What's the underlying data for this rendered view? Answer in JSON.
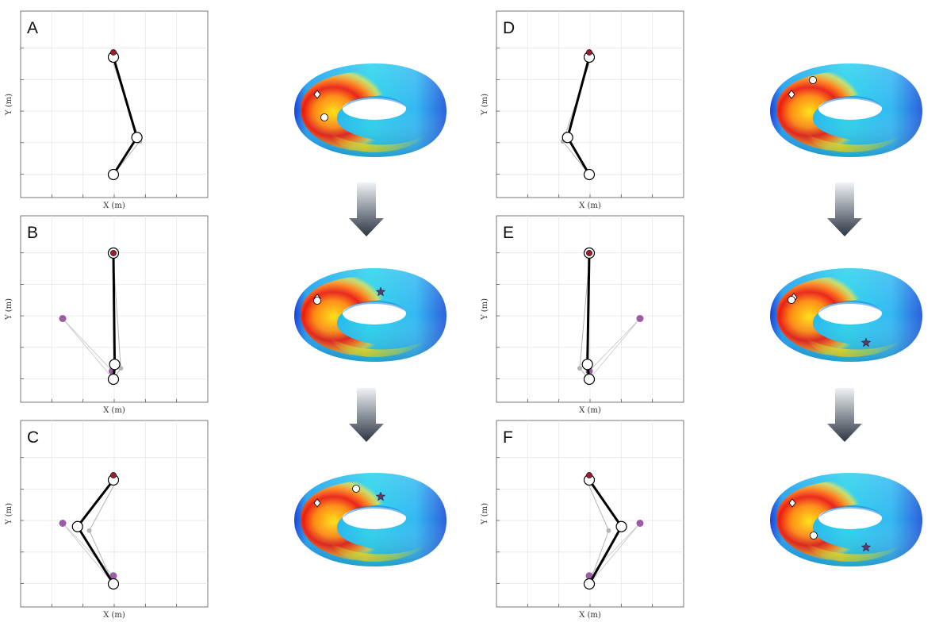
{
  "panels": [
    {
      "label": "A",
      "xlabel": "X (m)",
      "ylabel": "Y (m)",
      "mid": [
        0.38,
        0.55
      ],
      "target": null,
      "proxy": null,
      "torus_markers": [
        "diamond",
        "circle"
      ]
    },
    {
      "label": "B",
      "xlabel": "X (m)",
      "ylabel": "Y (m)",
      "mid": [
        0.02,
        0.22
      ],
      "target": [
        -0.82,
        0.9
      ],
      "proxy": [
        -0.02,
        0.12
      ],
      "torus_markers": [
        "diamond",
        "circle",
        "star"
      ]
    },
    {
      "label": "C",
      "xlabel": "X (m)",
      "ylabel": "Y (m)",
      "mid": [
        -0.58,
        0.85
      ],
      "target": [
        -0.82,
        0.9
      ],
      "proxy": [
        0.0,
        0.12
      ],
      "torus_markers": [
        "diamond",
        "circle",
        "star"
      ]
    },
    {
      "label": "D",
      "xlabel": "X (m)",
      "ylabel": "Y (m)",
      "mid": [
        -0.35,
        0.55
      ],
      "target": null,
      "proxy": null,
      "torus_markers": [
        "diamond",
        "circle"
      ]
    },
    {
      "label": "E",
      "xlabel": "X (m)",
      "ylabel": "Y (m)",
      "mid": [
        -0.03,
        0.22
      ],
      "target": [
        0.82,
        0.9
      ],
      "proxy": [
        0.0,
        0.12
      ],
      "torus_markers": [
        "diamond",
        "circle",
        "star"
      ]
    },
    {
      "label": "F",
      "xlabel": "X (m)",
      "ylabel": "Y (m)",
      "mid": [
        0.52,
        0.85
      ],
      "target": [
        0.82,
        0.9
      ],
      "proxy": [
        0.0,
        0.12
      ],
      "torus_markers": [
        "diamond",
        "circle",
        "star"
      ]
    }
  ],
  "colors": {
    "arm": "#000000",
    "end_effector": "#9b1b30",
    "target": "#9b5ba5",
    "ghost": "#b4b4b4",
    "star": "#5b3a6b",
    "arrow_top": "#f0f3f7",
    "arrow_bottom": "#2c3542"
  },
  "icons": [
    "down-arrow-icon",
    "star-icon",
    "diamond-icon"
  ]
}
